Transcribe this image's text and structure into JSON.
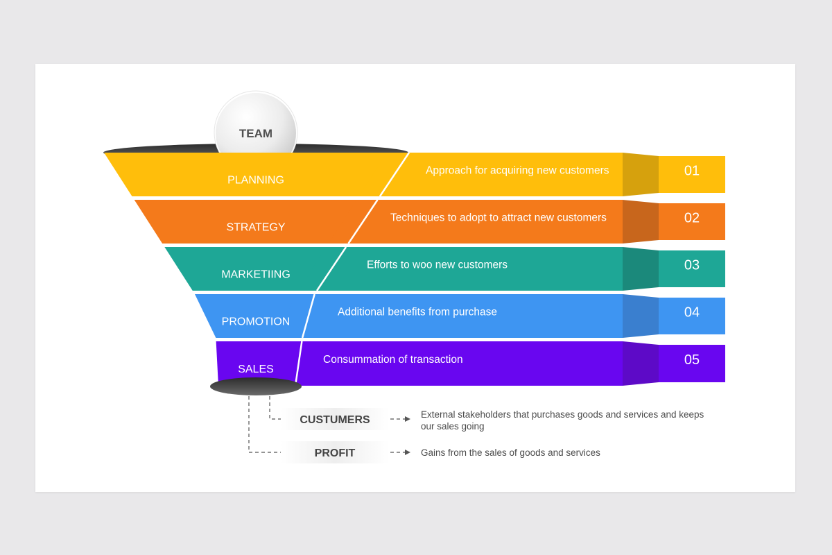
{
  "top_ball": {
    "label": "TEAM"
  },
  "stages": [
    {
      "label": "PLANNING",
      "description": "Approach for acquiring new customers",
      "number": "01",
      "color": "#ffbe0b",
      "dark": "#d6a10d"
    },
    {
      "label": "STRATEGY",
      "description": "Techniques to adopt to attract new customers",
      "number": "02",
      "color": "#f47a1b",
      "dark": "#c8661c"
    },
    {
      "label": "MARKETIING",
      "description": "Efforts to woo new customers",
      "number": "03",
      "color": "#1ea796",
      "dark": "#1b897b"
    },
    {
      "label": "PROMOTION",
      "description": "Additional benefits from purchase",
      "number": "04",
      "color": "#3e95f2",
      "dark": "#3a7fcf"
    },
    {
      "label": "SALES",
      "description": "Consummation of transaction",
      "number": "05",
      "color": "#6906f0",
      "dark": "#5d0ac7"
    }
  ],
  "outputs": [
    {
      "label": "CUSTUMERS",
      "note": "External stakeholders that purchases goods and services and keeps our sales going"
    },
    {
      "label": "PROFIT",
      "note": "Gains from the sales of goods and services"
    }
  ]
}
